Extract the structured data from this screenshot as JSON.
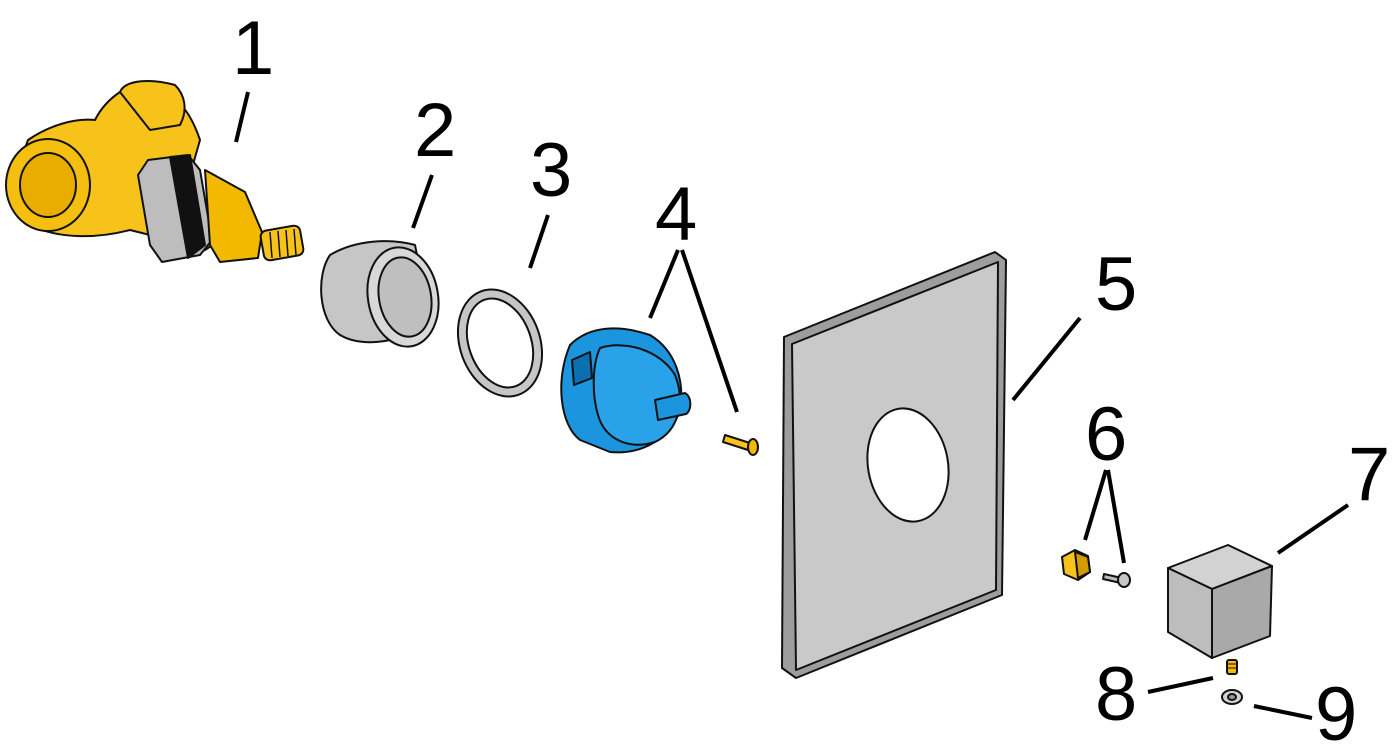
{
  "diagram": {
    "callouts": [
      {
        "id": "1",
        "label": "1"
      },
      {
        "id": "2",
        "label": "2"
      },
      {
        "id": "3",
        "label": "3"
      },
      {
        "id": "4",
        "label": "4"
      },
      {
        "id": "5",
        "label": "5"
      },
      {
        "id": "6",
        "label": "6"
      },
      {
        "id": "7",
        "label": "7"
      },
      {
        "id": "8",
        "label": "8"
      },
      {
        "id": "9",
        "label": "9"
      }
    ],
    "colors": {
      "brass": "#f7c31a",
      "brass_dark": "#d49b00",
      "chrome": "#c8c8c8",
      "chrome_dark": "#9a9a9a",
      "blue": "#1b95de",
      "blue_dark": "#0b6fb0",
      "outline": "#111111"
    }
  }
}
